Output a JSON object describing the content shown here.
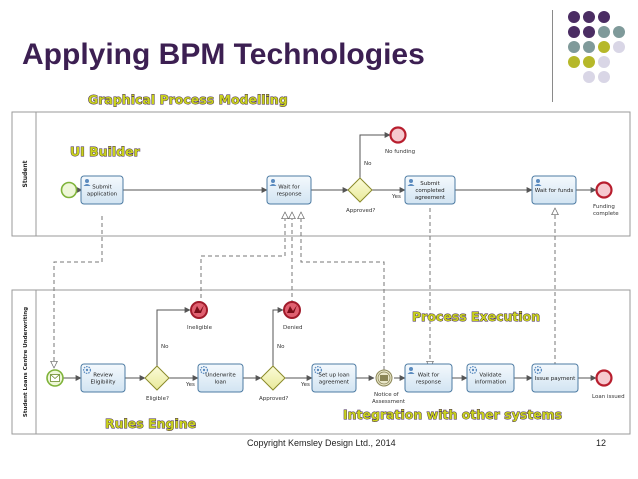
{
  "slide": {
    "title": "Applying BPM Technologies",
    "footer": "Copyright Kemsley Design Ltd., 2014",
    "page_number": "12",
    "decor_colors": [
      "#4b2d63",
      "#7f9a9a",
      "#b6b82a",
      "#d9d6e6"
    ]
  },
  "callouts": {
    "modelling": "Graphical Process Modelling",
    "ui_builder": "UI Builder",
    "process_execution": "Process Execution",
    "rules_engine": "Rules Engine",
    "integration": "Integration with other systems"
  },
  "lanes": {
    "student": "Student",
    "loan_centre": "Student Loans Centre Underwriting"
  },
  "tasks": {
    "submit_application": [
      "Submit",
      "application"
    ],
    "wait_for_response_student": [
      "Wait for",
      "response"
    ],
    "submit_agreement": [
      "Submit",
      "completed",
      "agreement"
    ],
    "wait_for_funds": [
      "Wait for funds"
    ],
    "review_eligibility": [
      "Review",
      "Eligibility"
    ],
    "underwrite_loan": [
      "Underwrite",
      "loan"
    ],
    "set_up_loan": [
      "Set up loan",
      "agreement"
    ],
    "wait_for_response_loan": [
      "Wait for",
      "response"
    ],
    "validate_information": [
      "Validate",
      "information"
    ],
    "issue_payment": [
      "Issue payment"
    ]
  },
  "labels": {
    "no_funding": "No funding",
    "no": "No",
    "approved_q": "Approved?",
    "yes": "Yes",
    "funding_complete": [
      "Funding",
      "complete"
    ],
    "ineligible": "Ineligible",
    "denied": "Denied",
    "eligible_q": "Eligible?",
    "notice_of_assessment": [
      "Notice of",
      "Assessment"
    ],
    "loan_issued": "Loan issued"
  }
}
